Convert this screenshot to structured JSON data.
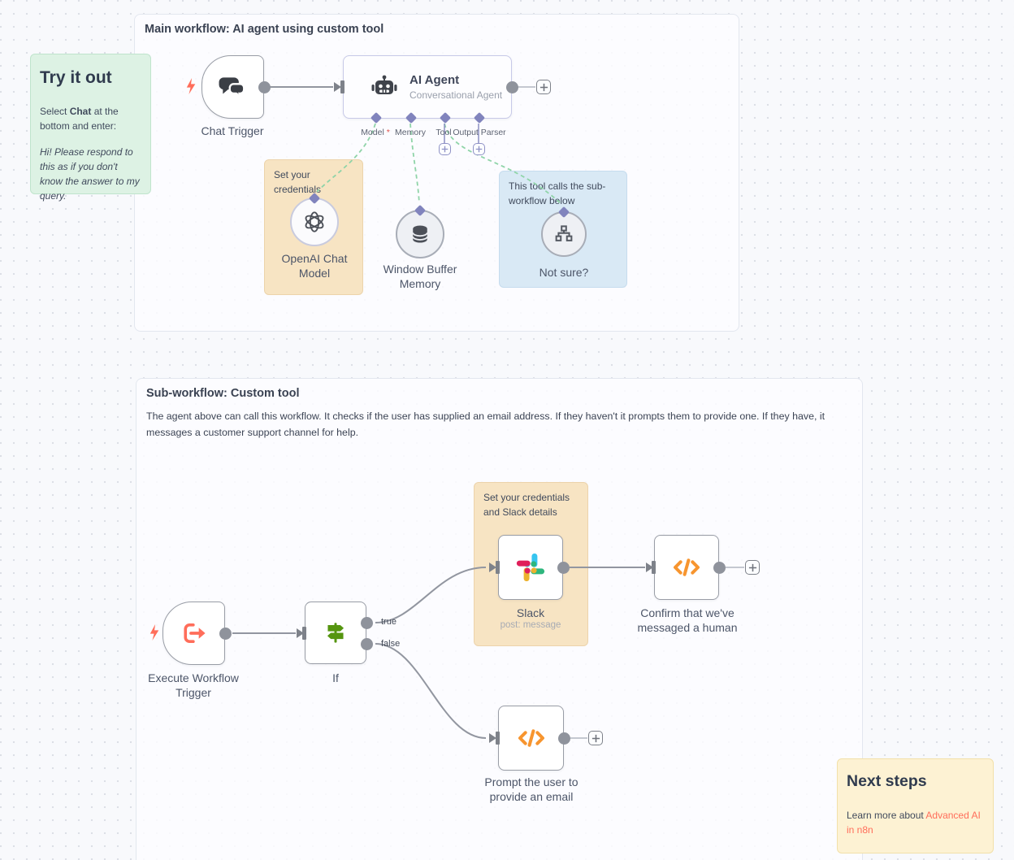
{
  "colors": {
    "accent_coral": "#ff6d5a",
    "sticky_orange_bg": "#f7e4c3",
    "sticky_blue_bg": "#d9e9f5",
    "sticky_green_bg": "#ddf2e4",
    "sticky_yellow_bg": "#fdf2d3",
    "port_indigo": "#8184bd",
    "connection_green": "#8fd4a8",
    "if_green": "#55950f",
    "code_orange": "#f7952f",
    "slack_blue": "#36C5F0",
    "slack_green": "#2EB67D",
    "slack_yellow": "#ECB22E",
    "slack_red": "#E01E5A"
  },
  "main_panel": {
    "title": "Main workflow: AI agent using custom tool",
    "chat_trigger": {
      "label": "Chat Trigger"
    },
    "ai_agent": {
      "title": "AI Agent",
      "subtitle": "Conversational Agent",
      "ports": {
        "model": "Model",
        "required_mark": "*",
        "memory": "Memory",
        "tool": "Tool",
        "output_parser": "Output Parser"
      }
    },
    "openai_node": {
      "label": "OpenAI Chat Model"
    },
    "memory_node": {
      "label": "Window Buffer Memory"
    },
    "tool_node": {
      "label": "Not sure?"
    },
    "sticky_credentials": "Set your credentials",
    "sticky_tool": "This tool calls the sub-workflow below"
  },
  "try_it_out": {
    "title": "Try it out",
    "line1_pre": "Select ",
    "line1_bold": "Chat",
    "line1_post": " at the bottom and enter:",
    "quote": "Hi! Please respond to this as if you don't know the answer to my query."
  },
  "sub_panel": {
    "title": "Sub-workflow: Custom tool",
    "description": "The agent above can call this workflow. It checks if the user has supplied an email address. If they haven't it prompts them to provide one. If they have, it messages a customer support channel for help.",
    "execute_trigger": {
      "label": "Execute Workflow Trigger"
    },
    "if_node": {
      "label": "If",
      "output_true": "true",
      "output_false": "false"
    },
    "slack_node": {
      "label": "Slack",
      "subtitle": "post: message"
    },
    "confirm_node": {
      "label": "Confirm that we've messaged a human"
    },
    "prompt_node": {
      "label": "Prompt the user to provide an email"
    },
    "sticky_slack": "Set your credentials and Slack details"
  },
  "next_steps": {
    "title": "Next steps",
    "text_pre": "Learn more about ",
    "link_text": "Advanced AI in n8n"
  }
}
